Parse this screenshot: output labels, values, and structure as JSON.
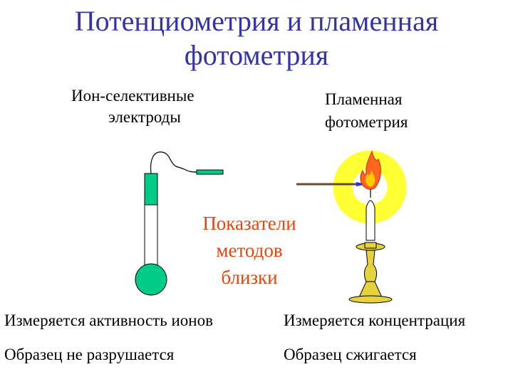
{
  "title": {
    "line1": "Потенциометрия и пламенная",
    "line2": "фотометрия"
  },
  "ion_selective": {
    "line1": "Ион-селективные",
    "line2": "электроды"
  },
  "flame": {
    "line1": "Пламенная",
    "line2": "фотометрия"
  },
  "center_note": {
    "line1": "Показатели",
    "line2": "методов",
    "line3": "близки"
  },
  "rows": [
    {
      "left": "Измеряется активность ионов",
      "right": "Измеряется концентрация"
    },
    {
      "left": "Образец не разрушается",
      "right": "Образец сжигается"
    }
  ],
  "colors": {
    "title": "#3333aa",
    "center_note": "#e8440c",
    "electrode": "#00cc88",
    "halo": "#ffff33",
    "candlestick": "#e6d23c"
  },
  "icons": [
    "electrode-icon",
    "flame-icon",
    "candlestick-icon"
  ]
}
